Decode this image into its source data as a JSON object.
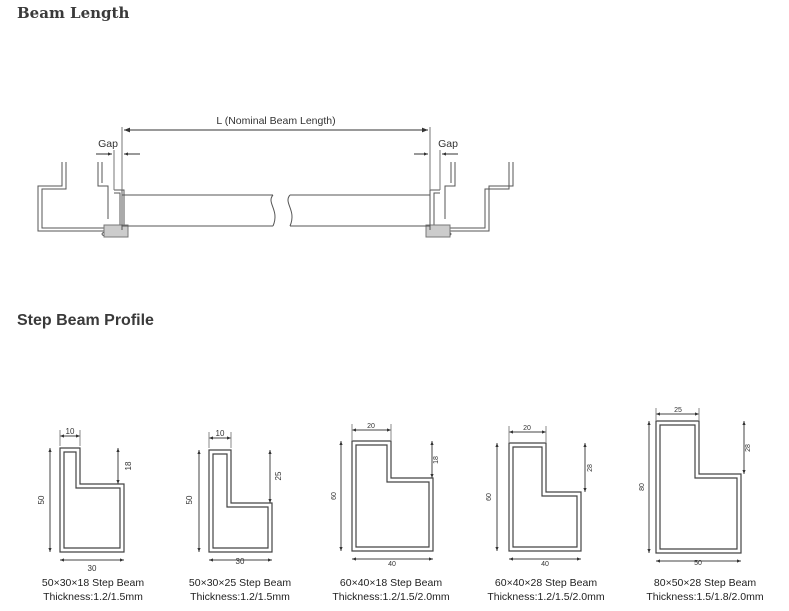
{
  "sections": {
    "beam_length_title": "Beam Length",
    "step_beam_title": "Step Beam Profile"
  },
  "beam_diagram": {
    "length_label": "L (Nominal Beam Length)",
    "gap_left": "Gap",
    "gap_right": "Gap"
  },
  "profiles": [
    {
      "name": "50×30×18 Step Beam",
      "thickness": "Thickness:1.2/1.5mm",
      "top": "10",
      "right": "18",
      "left": "50",
      "bottom": "30"
    },
    {
      "name": "50×30×25 Step Beam",
      "thickness": "Thickness:1.2/1.5mm",
      "top": "10",
      "right": "25",
      "left": "50",
      "bottom": "30"
    },
    {
      "name": "60×40×18 Step Beam",
      "thickness": "Thickness:1.2/1.5/2.0mm",
      "top": "20",
      "right": "18",
      "left": "60",
      "bottom": "40"
    },
    {
      "name": "60×40×28 Step Beam",
      "thickness": "Thickness:1.2/1.5/2.0mm",
      "top": "20",
      "right": "28",
      "left": "60",
      "bottom": "40"
    },
    {
      "name": "80×50×28 Step Beam",
      "thickness": "Thickness:1.5/1.8/2.0mm",
      "top": "25",
      "right": "28",
      "left": "80",
      "bottom": "50"
    }
  ]
}
